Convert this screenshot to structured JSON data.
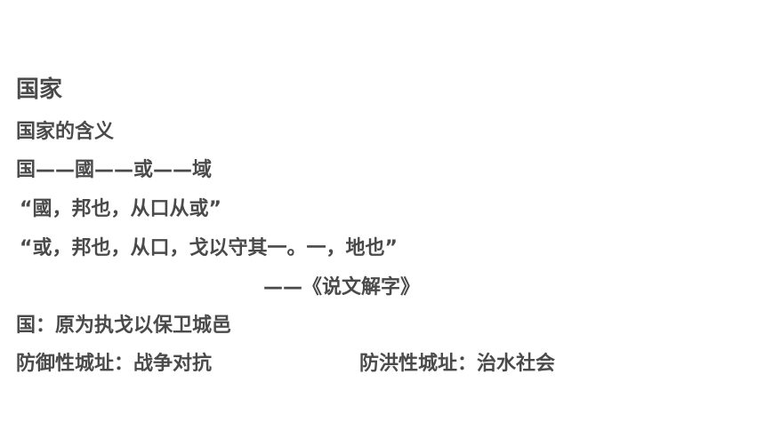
{
  "slide": {
    "title": "国家",
    "subtitle": "国家的含义",
    "evolution": "国——國——或——域",
    "quote1": "“國，邦也，从口从或”",
    "quote2": "“或，邦也，从口，戈以守其一。一，地也”",
    "source": "——《说文解字》",
    "meaning": "国：原为执戈以保卫城邑",
    "defense_site": "防御性城址：战争对抗",
    "flood_site": "防洪性城址：治水社会"
  }
}
